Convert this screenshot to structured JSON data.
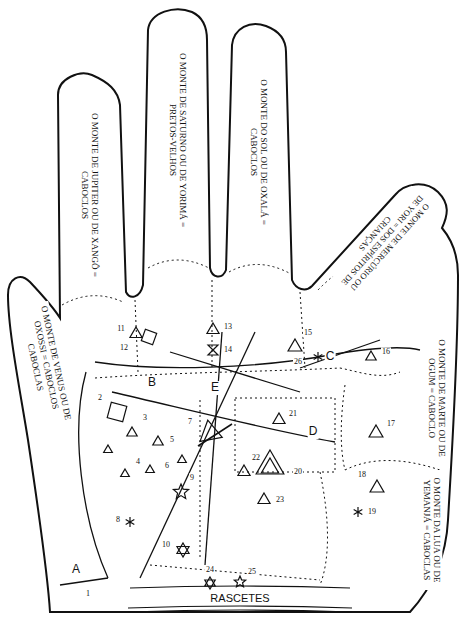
{
  "diagram": {
    "labels": [
      "O MONTE DE JUPITER OU DE XANGÔ = CABOCLOS",
      "O MONTE DE SATURNO OU DE YORIMÁ = PRETOS-VELHOS",
      "O MONTE DO SOL OU DE OXALÁ = CABOCLOS",
      "O MONTE DE MERCÚRIO OU DE YORI = DOS ESPÍRITOS DE CRIANÇAS",
      "11",
      "12",
      "13",
      "14",
      "15",
      "26",
      "16",
      "O MONTE DE VENUS OU DE OXOSSI = CABOCLOS CABOCLAS",
      "B",
      "C",
      "2",
      "3",
      "E",
      "7",
      "21",
      "D",
      "17",
      "O MONTE DE MARTE OU DE OGUM = CABOCLO",
      "5",
      "4",
      "6",
      "22",
      "20",
      "9",
      "18",
      "8",
      "19",
      "23",
      "10",
      "O MONTE DA LUA OU DE YEMANJÁ = CABOCLAS",
      "A",
      "24",
      "25",
      "1",
      "RASCETES"
    ]
  }
}
